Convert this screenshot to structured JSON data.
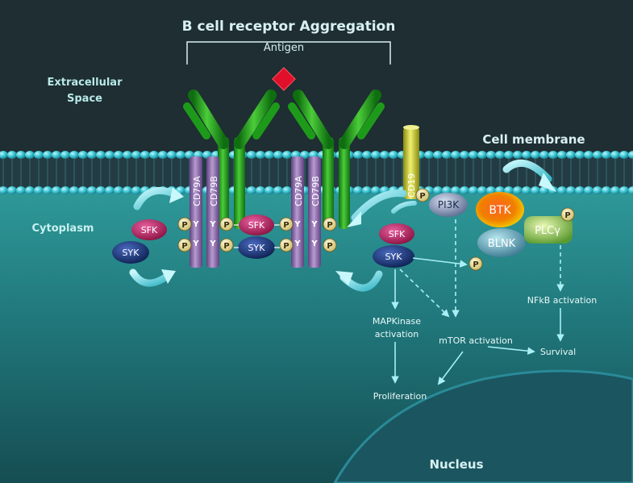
{
  "title": "B cell receptor Aggregation",
  "antigen_label": "Antigen",
  "regions": {
    "extracellular": [
      "Extracellular",
      "Space"
    ],
    "membrane": "Cell membrane",
    "cytoplasm": "Cytoplasm",
    "nucleus": "Nucleus"
  },
  "receptor_chains": {
    "left_a": "CD79A",
    "left_b": "CD79B",
    "right_a": "CD79A",
    "right_b": "CD79B",
    "coreceptor": "CD19"
  },
  "markers": {
    "phospho": "P",
    "tyrosine": "Y"
  },
  "kinases": {
    "sfk": "SFK",
    "syk": "SYK",
    "pi3k": "PI3K",
    "btk": "BTK",
    "blnk": "BLNK",
    "plcg": "PLCγ"
  },
  "outcomes": {
    "mapk": [
      "MAPKinase",
      "activation"
    ],
    "mtor": "mTOR activation",
    "proliferation": "Proliferation",
    "nfkb": "NFkB activation",
    "survival": "Survival"
  },
  "colors": {
    "background_top": "#1e2e32",
    "cytoplasm": "#2c8a8c",
    "membrane_bead": "#3ec8d6",
    "antibody": "#22a21e",
    "antigen": "#e0102a",
    "cd79": "#8a6aa8",
    "cd19": "#c8c830",
    "sfk": "#b8205a",
    "syk": "#1a3a7a",
    "btk": "#f4a000",
    "blnk": "#5aa0c0",
    "plcg": "#a8d860",
    "phospho": "#f4e8a0",
    "arrow": "#8ee8f0"
  }
}
